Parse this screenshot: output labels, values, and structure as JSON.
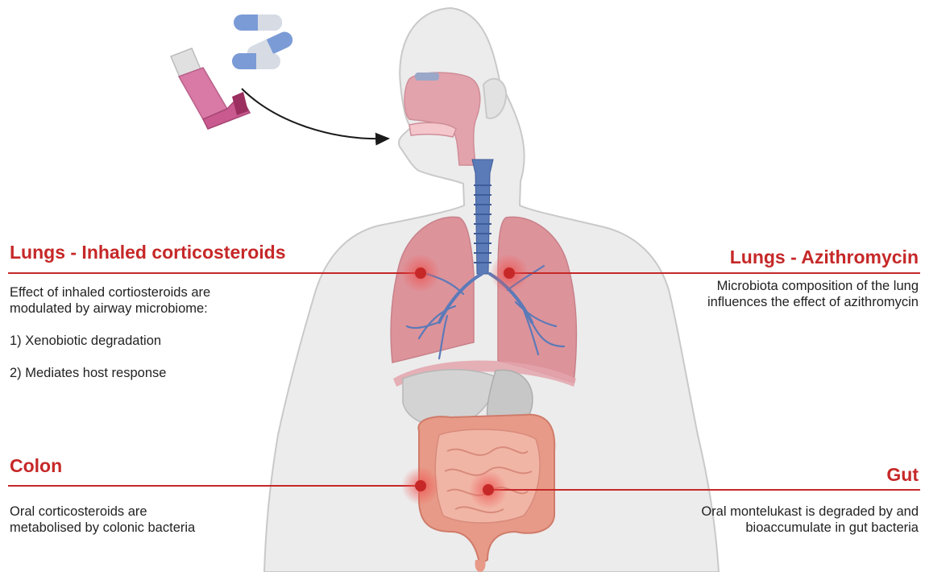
{
  "labels": {
    "lungs_ics": {
      "title": "Lungs - Inhaled corticosteroids",
      "lines": [
        "Effect of inhaled cortiosteroids are modulated by airway microbiome:",
        "1) Xenobiotic degradation",
        "2) Mediates host response"
      ]
    },
    "lungs_azithromycin": {
      "title": "Lungs - Azithromycin",
      "text": "Microbiota composition of the lung influences the effect of azithromycin"
    },
    "colon": {
      "title": "Colon",
      "text": "Oral corticosteroids are metabolised by colonic bacteria"
    },
    "gut": {
      "title": "Gut",
      "text": "Oral montelukast is degraded by and bioaccumulate in gut bacteria"
    }
  },
  "colors": {
    "accent": "#c62828",
    "body_fill": "#ececec",
    "lung": "#dc8a92",
    "airway": "#5b7ab8",
    "intestine": "#e89a88"
  },
  "icons": [
    "inhaler-icon",
    "capsule-icon",
    "arrow-icon",
    "lungs-icon",
    "trachea-icon",
    "liver-icon",
    "stomach-icon",
    "intestine-icon",
    "hotspot-marker"
  ]
}
